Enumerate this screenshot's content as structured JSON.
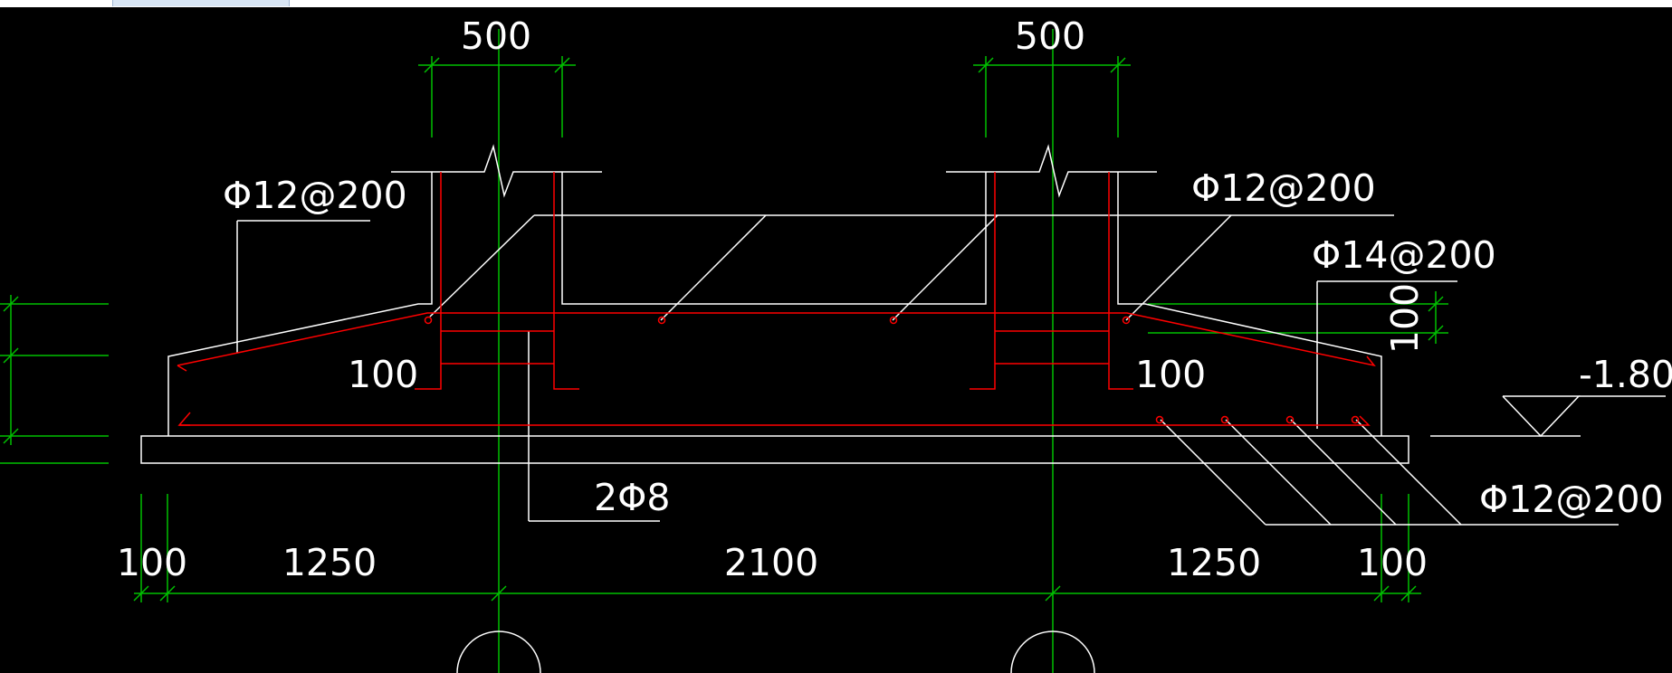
{
  "colors": {
    "background": "#000000",
    "outline": "#ffffff",
    "dimension": "#00c000",
    "rebar": "#ff0000"
  },
  "column_widths": {
    "left": "500",
    "right": "500"
  },
  "rebar_labels": {
    "left_slope": "Φ12@200",
    "top_right": "Φ12@200",
    "side": "Φ14@200",
    "bottom": "Φ12@200",
    "tie": "2Φ8"
  },
  "depth_labels": {
    "left_offset": "100",
    "right_offset": "100",
    "cover": "100"
  },
  "elevation": "-1.800",
  "bottom_dimensions": {
    "d1": "100",
    "d2": "1250",
    "d3": "2100",
    "d4": "1250",
    "d5": "100"
  }
}
